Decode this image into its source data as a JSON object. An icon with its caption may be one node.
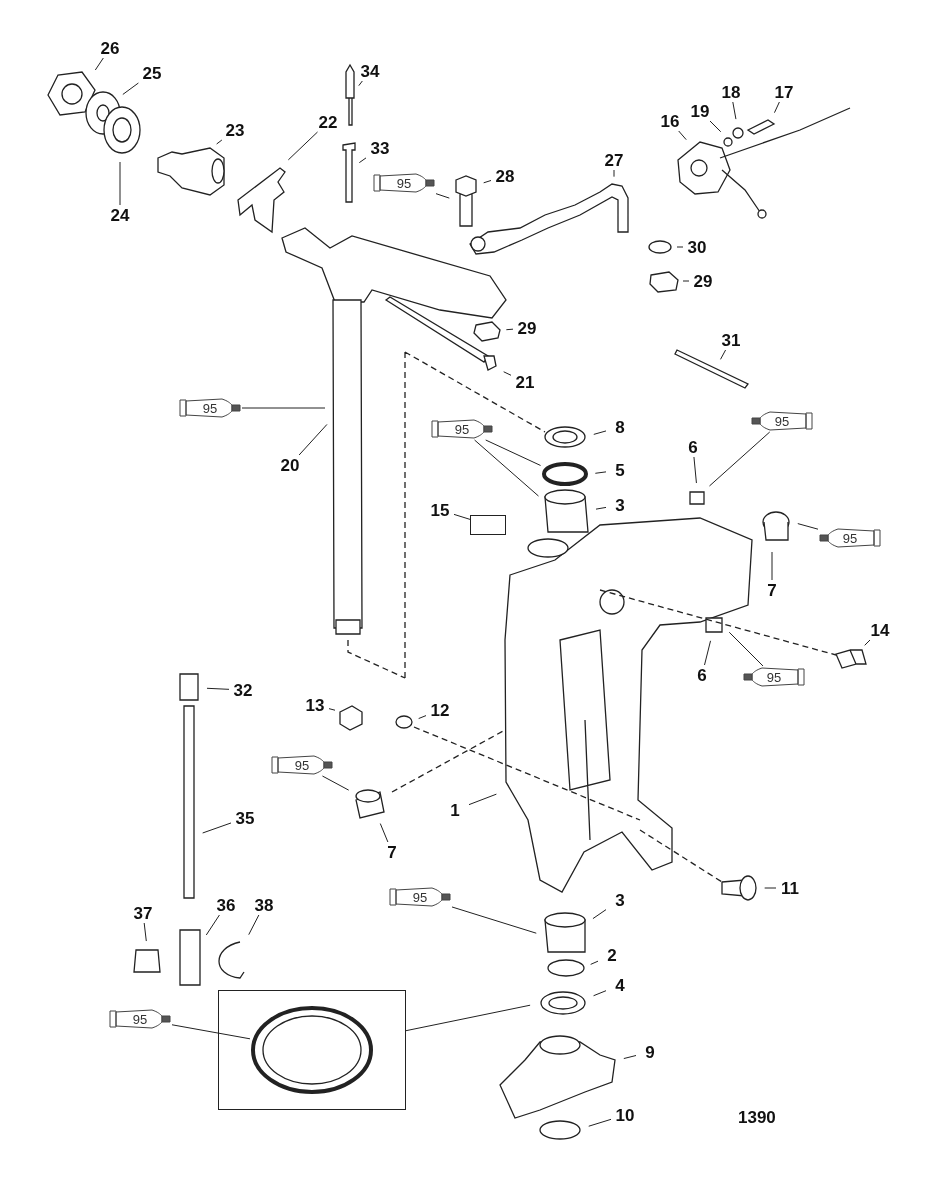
{
  "diagram": {
    "nodes": [
      {
        "text": [
          "26"
        ]
      },
      {
        "text": [
          "25"
        ]
      },
      {
        "text": [
          "34"
        ]
      },
      {
        "text": [
          "23"
        ]
      },
      {
        "text": [
          "22"
        ]
      },
      {
        "text": [
          "24"
        ]
      },
      {
        "text": [
          "33"
        ]
      },
      {
        "text": [
          "17"
        ]
      },
      {
        "text": [
          "18"
        ]
      },
      {
        "text": [
          "19"
        ]
      },
      {
        "text": [
          "16"
        ]
      },
      {
        "text": [
          "27"
        ]
      },
      {
        "text": [
          "28"
        ]
      },
      {
        "text": [
          "95"
        ]
      },
      {
        "text": [
          "30"
        ]
      },
      {
        "text": [
          "29"
        ]
      },
      {
        "text": [
          "29"
        ]
      },
      {
        "text": [
          "31"
        ]
      },
      {
        "text": [
          "21"
        ]
      },
      {
        "text": [
          "95"
        ]
      },
      {
        "text": [
          "20"
        ]
      },
      {
        "text": [
          "8"
        ]
      },
      {
        "text": [
          "95"
        ]
      },
      {
        "text": [
          "5"
        ]
      },
      {
        "text": [
          "6"
        ]
      },
      {
        "text": [
          "95"
        ]
      },
      {
        "text": [
          "3"
        ]
      },
      {
        "text": [
          "15"
        ]
      },
      {
        "text": [],
        "shape": "box"
      },
      {
        "text": [
          "95"
        ]
      },
      {
        "text": [
          "7"
        ]
      },
      {
        "text": [
          "14"
        ]
      },
      {
        "text": [
          "6"
        ]
      },
      {
        "text": [
          "95"
        ]
      },
      {
        "text": [
          "32"
        ]
      },
      {
        "text": [
          "13"
        ]
      },
      {
        "text": [
          "12"
        ]
      },
      {
        "text": [
          "95"
        ]
      },
      {
        "text": [
          "1"
        ]
      },
      {
        "text": [
          "7"
        ]
      },
      {
        "text": [
          "35"
        ]
      },
      {
        "text": [
          "11"
        ]
      },
      {
        "text": [
          "95"
        ]
      },
      {
        "text": [
          "3"
        ]
      },
      {
        "text": [
          "37"
        ]
      },
      {
        "text": [
          "36"
        ]
      },
      {
        "text": [
          "38"
        ]
      },
      {
        "text": [
          "2"
        ]
      },
      {
        "text": [
          "4"
        ]
      },
      {
        "text": [
          "95"
        ]
      },
      {
        "text": [],
        "shape": "box"
      },
      {
        "text": [
          "9"
        ]
      },
      {
        "text": [
          "10"
        ]
      },
      {
        "text": [],
        "shape": "picture",
        "in": 50
      }
    ],
    "edges": [
      {
        "from": 0,
        "to": null,
        "arrow": "none"
      },
      {
        "from": 1,
        "to": null,
        "arrow": "none"
      },
      {
        "from": 2,
        "to": null,
        "arrow": "none"
      },
      {
        "from": 3,
        "to": null,
        "arrow": "none"
      },
      {
        "from": 4,
        "to": null,
        "arrow": "none"
      },
      {
        "from": 5,
        "to": null,
        "arrow": "none"
      },
      {
        "from": 6,
        "to": null,
        "arrow": "none"
      },
      {
        "from": 7,
        "to": null,
        "arrow": "none"
      },
      {
        "from": 8,
        "to": null,
        "arrow": "none"
      },
      {
        "from": 9,
        "to": null,
        "arrow": "none"
      },
      {
        "from": 10,
        "to": null,
        "arrow": "none"
      },
      {
        "from": 11,
        "to": null,
        "arrow": "none"
      },
      {
        "from": 12,
        "to": null,
        "arrow": "none"
      },
      {
        "from": 13,
        "to": null,
        "arrow": "none"
      },
      {
        "from": 14,
        "to": null,
        "arrow": "none"
      },
      {
        "from": 15,
        "to": null,
        "arrow": "none"
      },
      {
        "from": 16,
        "to": null,
        "arrow": "none"
      },
      {
        "from": 17,
        "to": null,
        "arrow": "none"
      },
      {
        "from": 18,
        "to": null,
        "arrow": "none"
      },
      {
        "from": 19,
        "to": null,
        "arrow": "none"
      },
      {
        "from": 20,
        "to": null,
        "arrow": "none"
      },
      {
        "from": 21,
        "to": null,
        "arrow": "none"
      },
      {
        "from": 22,
        "to": null,
        "arrow": "none"
      },
      {
        "from": 22,
        "to": null,
        "arrow": "none"
      },
      {
        "from": 23,
        "to": null,
        "arrow": "none"
      },
      {
        "from": 24,
        "to": null,
        "arrow": "none"
      },
      {
        "from": 25,
        "to": null,
        "arrow": "none"
      },
      {
        "from": 26,
        "to": null,
        "arrow": "none"
      },
      {
        "from": 27,
        "to": 28,
        "arrow": "none"
      },
      {
        "from": 29,
        "to": null,
        "arrow": "none"
      },
      {
        "from": 30,
        "to": null,
        "arrow": "none"
      },
      {
        "from": 31,
        "to": null,
        "arrow": "none"
      },
      {
        "from": 32,
        "to": null,
        "arrow": "none"
      },
      {
        "from": 33,
        "to": null,
        "arrow": "none"
      },
      {
        "from": 34,
        "to": null,
        "arrow": "none"
      },
      {
        "from": 35,
        "to": null,
        "arrow": "none"
      },
      {
        "from": 36,
        "to": null,
        "arrow": "none"
      },
      {
        "from": 37,
        "to": null,
        "arrow": "none"
      },
      {
        "from": 38,
        "to": null,
        "arrow": "none"
      },
      {
        "from": 39,
        "to": null,
        "arrow": "none"
      },
      {
        "from": 40,
        "to": null,
        "arrow": "none"
      },
      {
        "from": 41,
        "to": null,
        "arrow": "none"
      },
      {
        "from": 42,
        "to": null,
        "arrow": "none"
      },
      {
        "from": 43,
        "to": null,
        "arrow": "none"
      },
      {
        "from": 44,
        "to": null,
        "arrow": "none"
      },
      {
        "from": 45,
        "to": null,
        "arrow": "none"
      },
      {
        "from": 46,
        "to": null,
        "arrow": "none"
      },
      {
        "from": 47,
        "to": null,
        "arrow": "none"
      },
      {
        "from": 48,
        "to": null,
        "arrow": "none"
      },
      {
        "from": 49,
        "to": 53,
        "arrow": "none"
      },
      {
        "from": 50,
        "to": null,
        "arrow": "none"
      },
      {
        "from": 51,
        "to": null,
        "arrow": "none"
      },
      {
        "from": 52,
        "to": null,
        "arrow": "none"
      }
    ],
    "labels": [
      "1390"
    ]
  }
}
